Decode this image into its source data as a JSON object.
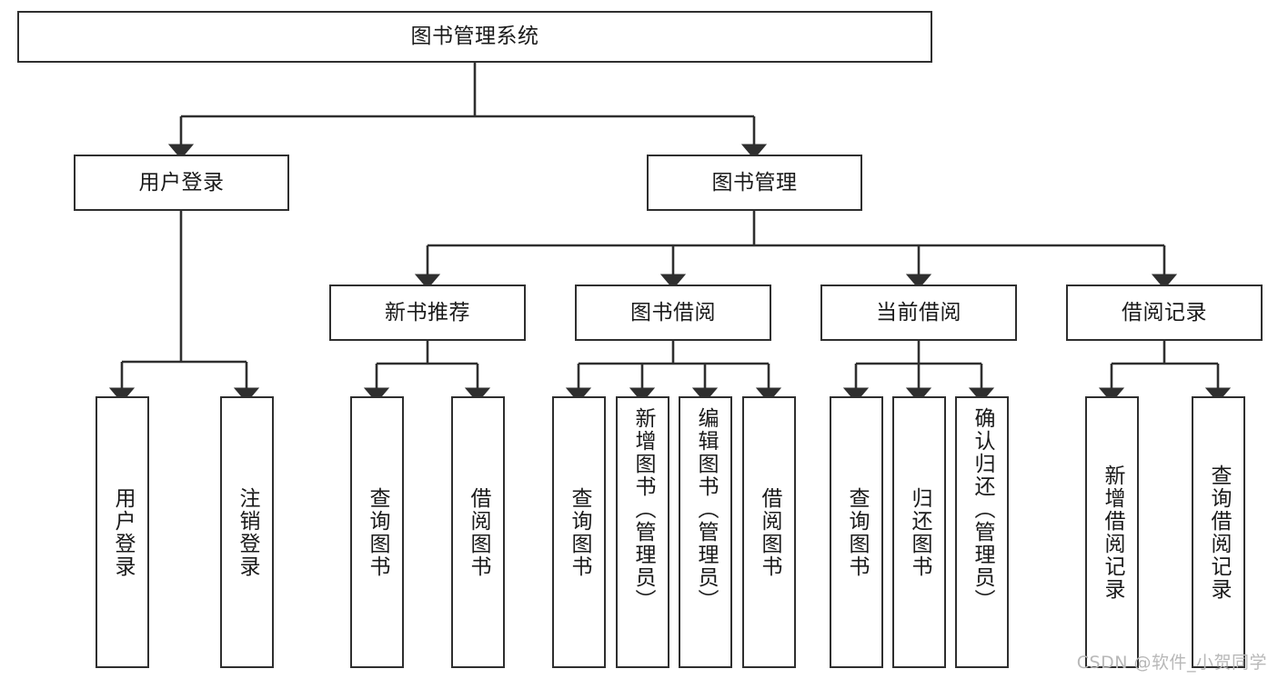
{
  "diagram": {
    "title": "图书管理系统",
    "type": "tree-hierarchy-diagram",
    "colors": {
      "box_border": "#2f2f2f",
      "box_fill": "#ffffff",
      "edge": "#2f2f2f",
      "text": "#1a1a1a",
      "watermark": "#b8b8b8",
      "background": "#ffffff"
    },
    "root": {
      "label": "图书管理系统"
    },
    "level2": [
      {
        "label": "用户登录"
      },
      {
        "label": "图书管理"
      }
    ],
    "level3": [
      {
        "label": "新书推荐"
      },
      {
        "label": "图书借阅"
      },
      {
        "label": "当前借阅"
      },
      {
        "label": "借阅记录"
      }
    ],
    "leaves": {
      "user_login": [
        {
          "label": "用户登录"
        },
        {
          "label": "注销登录"
        }
      ],
      "new_book_recommend": [
        {
          "label": "查询图书"
        },
        {
          "label": "借阅图书"
        }
      ],
      "book_borrow": [
        {
          "label": "查询图书"
        },
        {
          "label": "新增图书（管理员）"
        },
        {
          "label": "编辑图书（管理员）"
        },
        {
          "label": "借阅图书"
        }
      ],
      "current_borrow": [
        {
          "label": "查询图书"
        },
        {
          "label": "归还图书"
        },
        {
          "label": "确认归还（管理员）"
        }
      ],
      "borrow_record": [
        {
          "label": "新增借阅记录"
        },
        {
          "label": "查询借阅记录"
        }
      ]
    },
    "watermark": "CSDN @软件_小贺同学"
  }
}
